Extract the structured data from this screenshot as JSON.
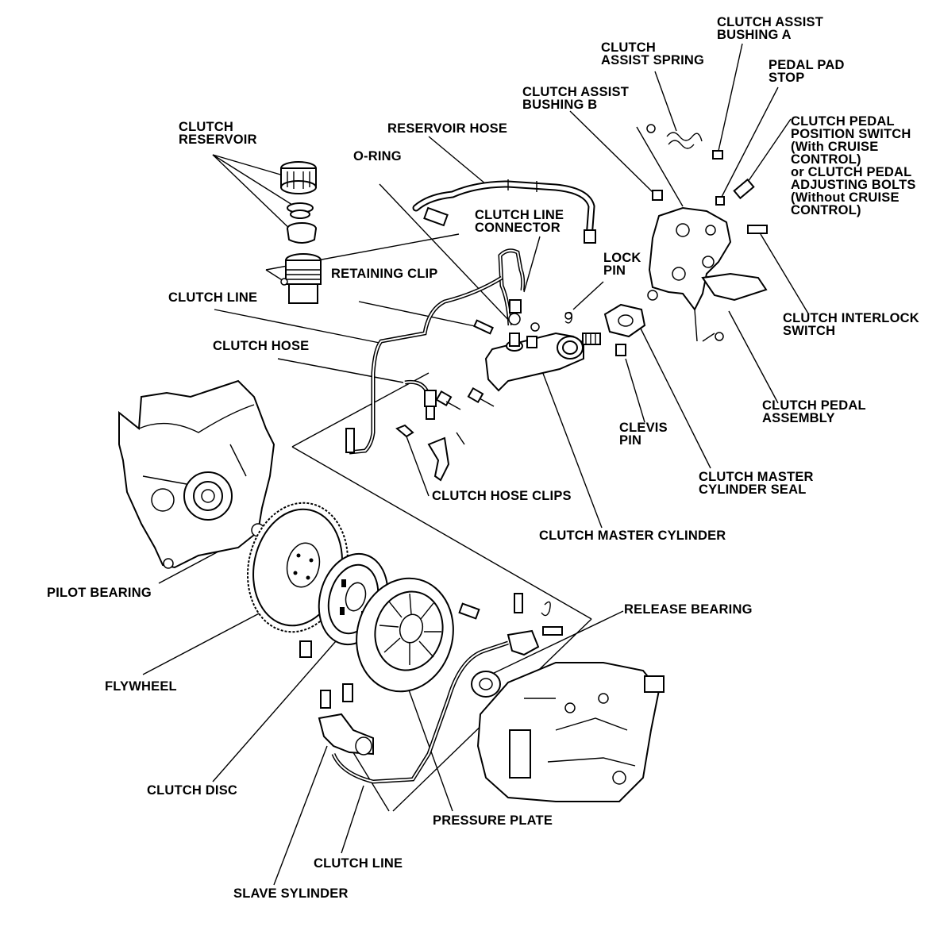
{
  "labels": {
    "clutch_assist_bushing_a": "CLUTCH ASSIST\nBUSHING A",
    "clutch_assist_spring": "CLUTCH\nASSIST SPRING",
    "pedal_pad_stop": "PEDAL PAD\nSTOP",
    "clutch_assist_bushing_b": "CLUTCH ASSIST\nBUSHING B",
    "clutch_pedal_position_switch": "CLUTCH PEDAL\nPOSITION SWITCH\n(With CRUISE\nCONTROL)\nor CLUTCH PEDAL\nADJUSTING BOLTS\n(Without CRUISE\nCONTROL)",
    "clutch_reservoir": "CLUTCH\nRESERVOIR",
    "reservoir_hose": "RESERVOIR HOSE",
    "o_ring": "O-RING",
    "clutch_line_connector": "CLUTCH LINE\nCONNECTOR",
    "lock_pin": "LOCK\nPIN",
    "retaining_clip": "RETAINING CLIP",
    "clutch_line_upper": "CLUTCH LINE",
    "clutch_hose": "CLUTCH HOSE",
    "clutch_interlock_switch": "CLUTCH INTERLOCK\nSWITCH",
    "clutch_pedal_assembly": "CLUTCH PEDAL\nASSEMBLY",
    "clevis_pin": "CLEVIS\nPIN",
    "clutch_master_cylinder_seal": "CLUTCH MASTER\nCYLINDER SEAL",
    "clutch_hose_clips": "CLUTCH HOSE CLIPS",
    "clutch_master_cylinder": "CLUTCH MASTER CYLINDER",
    "pilot_bearing": "PILOT BEARING",
    "release_bearing": "RELEASE BEARING",
    "flywheel": "FLYWHEEL",
    "clutch_disc": "CLUTCH DISC",
    "pressure_plate": "PRESSURE PLATE",
    "clutch_line_lower": "CLUTCH LINE",
    "slave_cylinder": "SLAVE SYLINDER"
  }
}
